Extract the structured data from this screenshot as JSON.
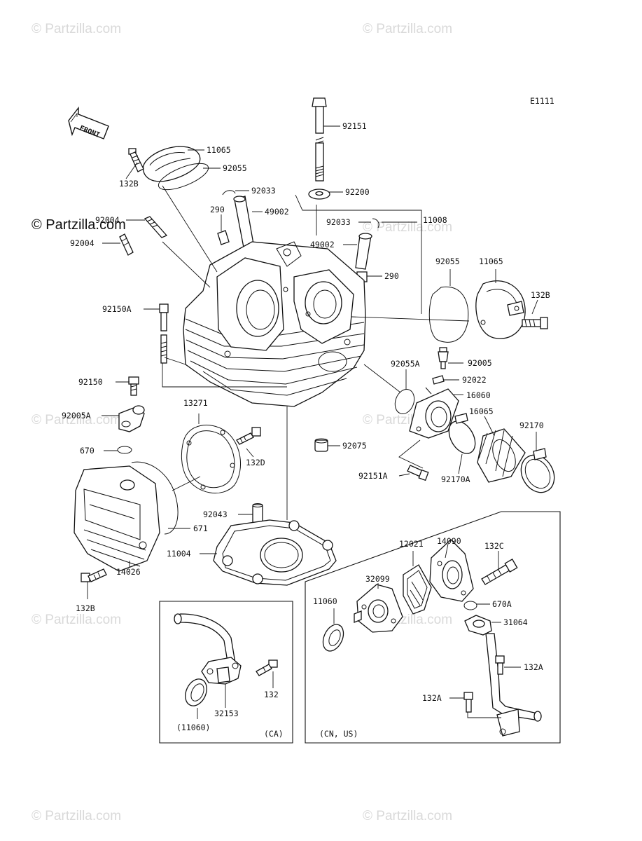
{
  "diagram_code": "E1111",
  "front_label": "FRONT",
  "watermark": "© Partzilla.com",
  "watermark_strong": "© Partzilla.com",
  "labels": {
    "p92151": "92151",
    "p11065_top": "11065",
    "p92055_top": "92055",
    "p132B_top": "132B",
    "p92033_top": "92033",
    "p290_top": "290",
    "p49002_top": "49002",
    "p92200": "92200",
    "p92004_a": "92004",
    "p92004_b": "92004",
    "p92033_right": "92033",
    "p11008": "11008",
    "p49002_right": "49002",
    "p290_right": "290",
    "p92055_right": "92055",
    "p11065_right": "11065",
    "p132B_right": "132B",
    "p92150A": "92150A",
    "p92055A": "92055A",
    "p92005": "92005",
    "p92022": "92022",
    "p16060": "16060",
    "p16065": "16065",
    "p92170": "92170",
    "p92150": "92150",
    "p13271": "13271",
    "p92005A": "92005A",
    "p132D": "132D",
    "p92075": "92075",
    "p670": "670",
    "p92151A": "92151A",
    "p92170A": "92170A",
    "p92043": "92043",
    "p671": "671",
    "p11004": "11004",
    "p14026": "14026",
    "p132B_bottom": "132B",
    "p14090": "14090",
    "p132C": "132C",
    "p12021": "12021",
    "p32099": "32099",
    "p11060": "11060",
    "p670A": "670A",
    "p31064": "31064",
    "p132A_right": "132A",
    "p132A_left": "132A",
    "p132": "132",
    "p32153": "32153",
    "p11060_paren": "(11060)",
    "region_ca": "(CA)",
    "region_cnus": "(CN, US)"
  }
}
